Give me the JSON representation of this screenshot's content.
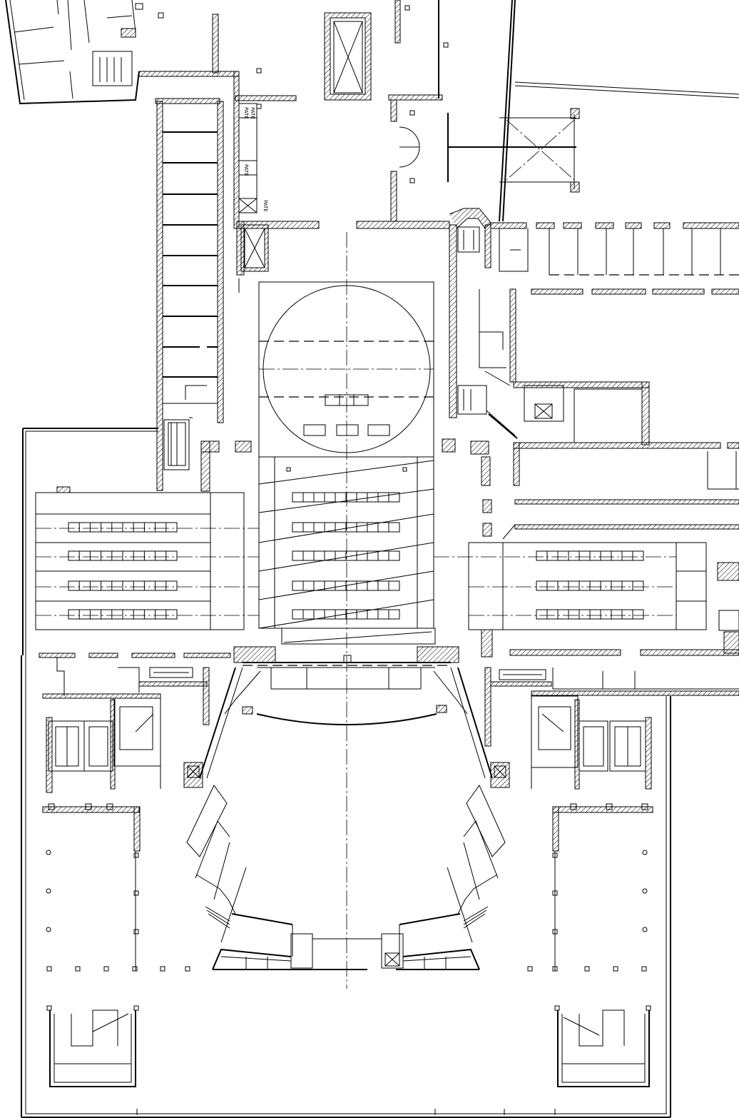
{
  "labels": {
    "equipment_1": "PATE",
    "equipment_2": "PATE",
    "equipment_3": "PATE",
    "equipment_4": "PATE"
  }
}
